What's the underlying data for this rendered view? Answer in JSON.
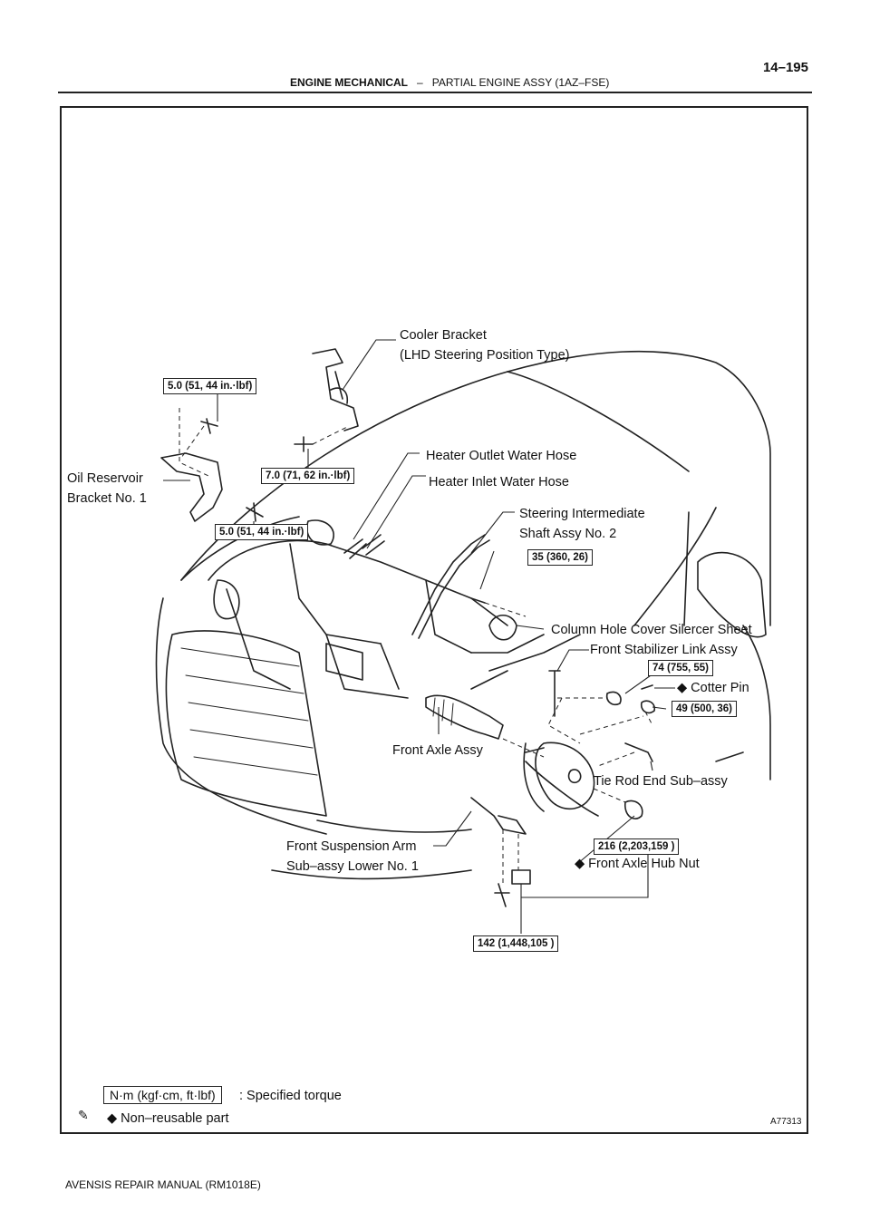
{
  "header": {
    "section": "ENGINE MECHANICAL",
    "dash": "–",
    "subsection": "PARTIAL ENGINE ASSY (1AZ–FSE)",
    "page_number": "14–195"
  },
  "labels": {
    "cooler_bracket": "Cooler Bracket",
    "cooler_bracket_type": "(LHD Steering Position Type)",
    "heater_outlet": "Heater Outlet Water Hose",
    "heater_inlet": "Heater Inlet Water Hose",
    "oil_reservoir_1": "Oil Reservoir",
    "oil_reservoir_2": "Bracket No. 1",
    "steering_shaft_1": "Steering Intermediate",
    "steering_shaft_2": "Shaft Assy No. 2",
    "column_hole": "Column Hole Cover Silercer Sheet",
    "stabilizer": "Front Stabilizer Link Assy",
    "cotter_pin": "◆ Cotter Pin",
    "front_axle": "Front Axle Assy",
    "tie_rod": "Tie Rod End Sub–assy",
    "suspension_1": "Front Suspension Arm",
    "suspension_2": "Sub–assy Lower No. 1",
    "hub_nut": "◆ Front Axle Hub Nut"
  },
  "torques": {
    "t1": "5.0 (51, 44 in.·lbf)",
    "t2": "7.0 (71, 62 in.·lbf)",
    "t3": "5.0 (51, 44 in.·lbf)",
    "t4": "35 (360, 26)",
    "t5": "74 (755, 55)",
    "t6": "49 (500, 36)",
    "t7": "216 (2,203,159 )",
    "t8": "142 (1,448,105 )"
  },
  "legend": {
    "unit_box": "N·m (kgf·cm, ft·lbf)",
    "unit_desc": ": Specified torque",
    "nonreusable": "◆ Non–reusable part"
  },
  "figure_id": "A77313",
  "footer": "AVENSIS REPAIR MANUAL   (RM1018E)"
}
